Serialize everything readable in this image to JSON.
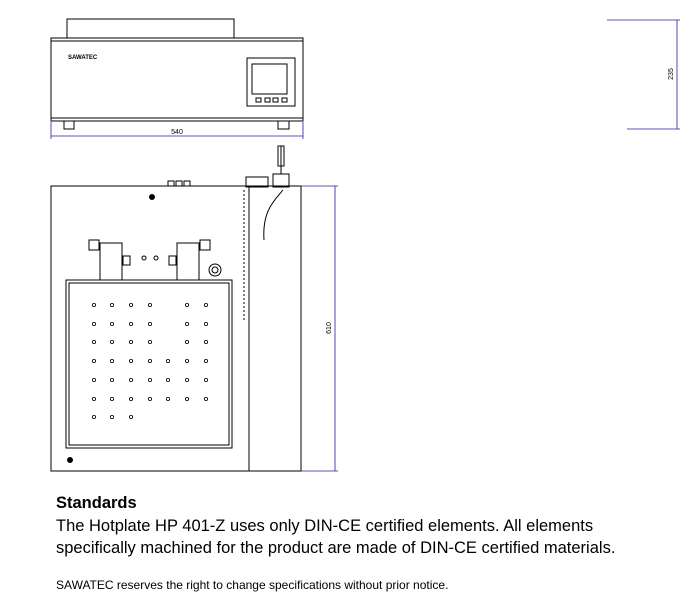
{
  "drawing": {
    "logo_text": "SAWATEC",
    "dimensions": {
      "width": "540",
      "height": "235",
      "depth": "610"
    },
    "colors": {
      "line": "#000000",
      "dimension": "#1f1fa0"
    }
  },
  "standards": {
    "title": "Standards",
    "line1": "The  Hotplate HP 401-Z uses only DIN-CE certified elements. All elements",
    "line2": "specifically machined for the product are made of DIN-CE certified materials."
  },
  "disclaimer": "SAWATEC reserves the right to change specifications without prior notice."
}
